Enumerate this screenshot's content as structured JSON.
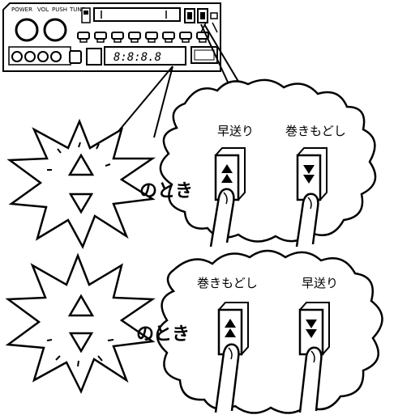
{
  "panel": {
    "power_label": "POWER",
    "vol_label": "VOL",
    "push_label": "PUSH",
    "tune_label": "TUNE",
    "display_text": "8:8:8.8"
  },
  "top_scene": {
    "when_text": "のとき",
    "button_left_label": "早送り",
    "button_right_label": "巻きもどし"
  },
  "bottom_scene": {
    "when_text": "のとき",
    "button_left_label": "巻きもどし",
    "button_right_label": "早送り"
  },
  "icons": [
    "burst-icon",
    "cloud-icon",
    "triangle-up-icon",
    "triangle-down-icon",
    "double-up-arrow-icon",
    "double-down-arrow-icon",
    "finger-icon"
  ]
}
